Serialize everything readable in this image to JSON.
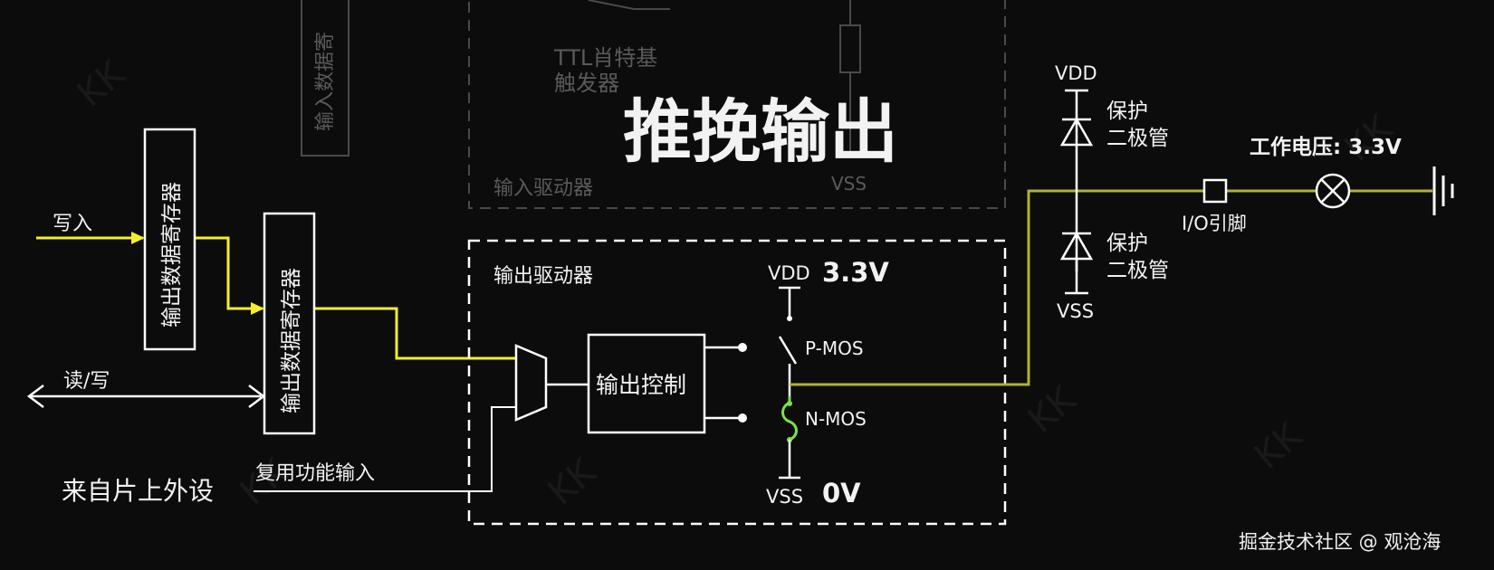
{
  "title": "推挽输出",
  "colors": {
    "background": "#0c0c0c",
    "signal_active": "#f5ee2a",
    "signal_output": "#b0b03c",
    "line": "#ffffff",
    "ghost": "#4a4a4a",
    "nmos_on": "#7ee04a"
  },
  "ghost": {
    "input_register": "输入数据寄",
    "schmitt_line1": "TTL肖特基",
    "schmitt_line2": "触发器",
    "input_driver": "输入驱动器",
    "vss": "VSS"
  },
  "left": {
    "write_label": "写入",
    "read_write_label": "读/写",
    "reg1_label": "输出数据寄存器",
    "reg2_label": "输出数据寄存器",
    "peripheral_label": "来自片上外设",
    "alt_func_label": "复用功能输入"
  },
  "driver": {
    "box_label": "输出驱动器",
    "control_label": "输出控制",
    "vdd_label": "VDD",
    "vdd_voltage": "3.3V",
    "vss_label": "VSS",
    "vss_voltage": "0V",
    "pmos_label": "P-MOS",
    "nmos_label": "N-MOS"
  },
  "right": {
    "vdd_label": "VDD",
    "vss_label": "VSS",
    "diode_top_line1": "保护",
    "diode_top_line2": "二极管",
    "diode_bottom_line1": "保护",
    "diode_bottom_line2": "二极管",
    "pin_label": "I/O引脚",
    "voltage_label": "工作电压: 3.3V"
  },
  "footer": {
    "credit": "掘金技术社区 @ 观沧海"
  }
}
